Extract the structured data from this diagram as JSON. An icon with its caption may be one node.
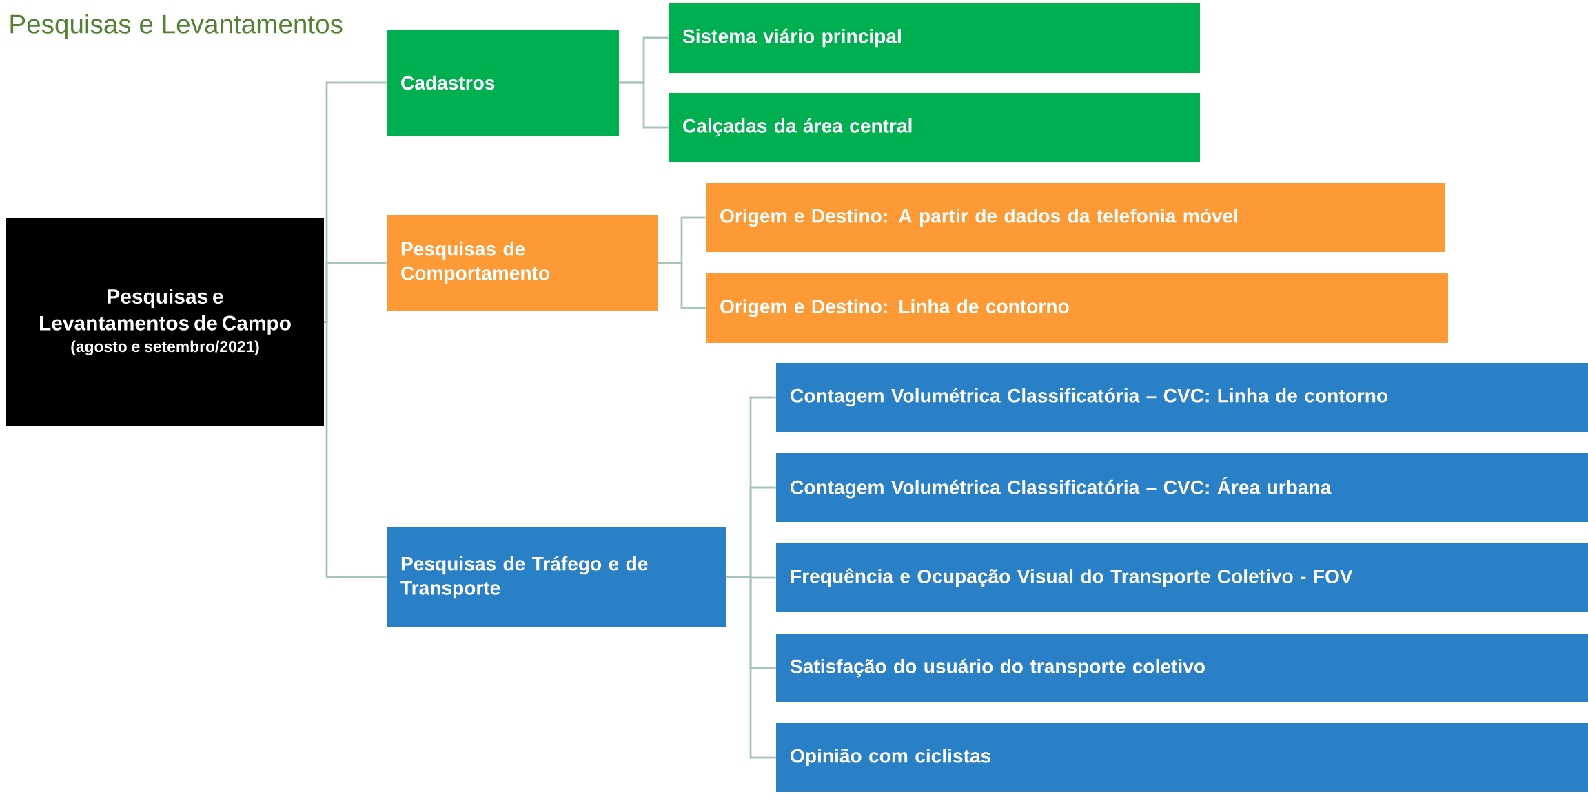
{
  "diagram": {
    "title": "Pesquisas e Levantamentos",
    "nodes": [
      {
        "text": [
          "Pesquisas e Levantamentos de Campo",
          "(agosto e setembro/2021)"
        ]
      },
      {
        "text": [
          "Cadastros"
        ]
      },
      {
        "text": [
          "Sistema viário principal"
        ]
      },
      {
        "text": [
          "Calçadas da área central"
        ]
      },
      {
        "text": [
          "Pesquisas de Comportamento"
        ]
      },
      {
        "text": [
          "Origem e Destino: A partir de dados da telefonia móvel"
        ]
      },
      {
        "text": [
          "Origem e Destino: Linha de contorno"
        ]
      },
      {
        "text": [
          "Pesquisas de Tráfego e de Transporte"
        ]
      },
      {
        "text": [
          "Contagem Volumétrica Classificatória – CVC: Linha de contorno"
        ]
      },
      {
        "text": [
          "Contagem Volumétrica Classificatória – CVC: Área urbana"
        ]
      },
      {
        "text": [
          "Frequência e Ocupação Visual do Transporte Coletivo - FOV"
        ]
      },
      {
        "text": [
          "Satisfação do usuário do transporte coletivo"
        ]
      },
      {
        "text": [
          "Opinião com ciclistas"
        ]
      }
    ],
    "edges": [
      {
        "from": 0,
        "to": 1,
        "arrow": "none"
      },
      {
        "from": 0,
        "to": 4,
        "arrow": "none"
      },
      {
        "from": 0,
        "to": 7,
        "arrow": "none"
      },
      {
        "from": 1,
        "to": 2,
        "arrow": "none"
      },
      {
        "from": 1,
        "to": 3,
        "arrow": "none"
      },
      {
        "from": 4,
        "to": 5,
        "arrow": "none"
      },
      {
        "from": 4,
        "to": 6,
        "arrow": "none"
      },
      {
        "from": 7,
        "to": 8,
        "arrow": "none"
      },
      {
        "from": 7,
        "to": 9,
        "arrow": "none"
      },
      {
        "from": 7,
        "to": 10,
        "arrow": "none"
      },
      {
        "from": 7,
        "to": 11,
        "arrow": "none"
      },
      {
        "from": 7,
        "to": 12,
        "arrow": "none"
      }
    ]
  }
}
